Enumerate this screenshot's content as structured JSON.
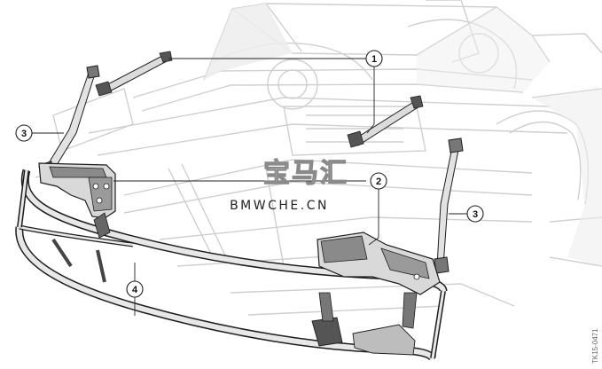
{
  "callouts": {
    "c1": "1",
    "c2": "2",
    "c3_left": "3",
    "c3_right": "3",
    "c4": "4"
  },
  "watermark": {
    "main": "宝马汇",
    "sub": "BMWCHE.CN"
  },
  "figure_ref": "TK15-0471",
  "colors": {
    "ghost_body": "#d4d4d4",
    "part_fill": "#e6e6e6",
    "part_dark": "#7c7c7c",
    "outline": "#1e1e1e",
    "leader": "#222222"
  }
}
